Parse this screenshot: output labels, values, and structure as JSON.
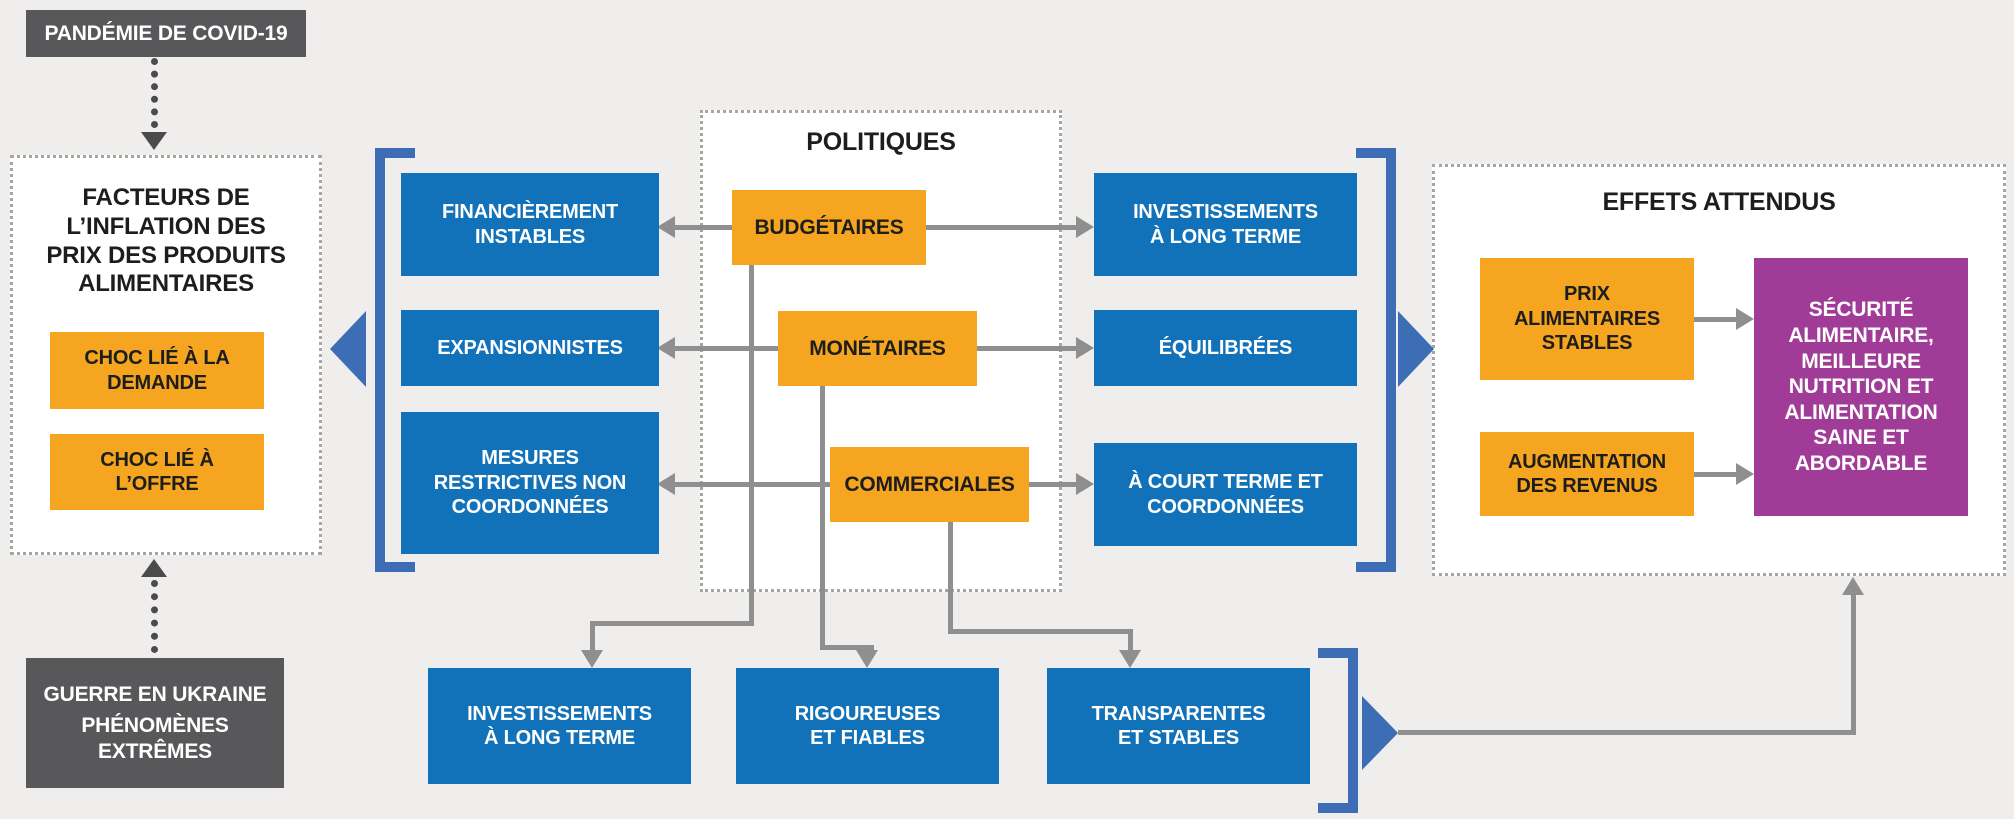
{
  "colors": {
    "background": "#EFEEEC",
    "policy_blue": "#1272B9",
    "highlight_yellow": "#F5A51F",
    "outcome_purple": "#A03C97",
    "shock_dark_gray": "#58585A",
    "bracket_blue": "#3D6EB5",
    "arrow_gray": "#8F8F8F"
  },
  "drivers": {
    "pandemic": "PANDÉMIE DE COVID-19",
    "war": "GUERRE EN UKRAINE",
    "extremes": "PHÉNOMÈNES EXTRÊMES"
  },
  "factors": {
    "title": "FACTEURS DE L’INFLATION DES PRIX DES PRODUITS ALIMENTAIRES",
    "demand_shock": "CHOC LIÉ À LA DEMANDE",
    "supply_shock": "CHOC LIÉ À L’OFFRE"
  },
  "policies": {
    "title": "POLITIQUES",
    "rows": [
      {
        "policy": "BUDGÉTAIRES",
        "current": "FINANCIÈREMENT INSTABLES",
        "desired": "INVESTISSEMENTS À LONG TERME"
      },
      {
        "policy": "MONÉTAIRES",
        "current": "EXPANSIONNISTES",
        "desired": "ÉQUILIBRÉES"
      },
      {
        "policy": "COMMERCIALES",
        "current": "MESURES RESTRICTIVES NON COORDONNÉES",
        "desired": "À COURT TERME ET COORDONNÉES"
      }
    ],
    "qualities": [
      "INVESTISSEMENTS À LONG TERME",
      "RIGOUREUSES ET FIABLES",
      "TRANSPARENTES ET STABLES"
    ]
  },
  "effects": {
    "title": "EFFETS ATTENDUS",
    "stable_prices": "PRIX ALIMENTAIRES STABLES",
    "higher_incomes": "AUGMENTATION DES REVENUS",
    "outcome": "SÉCURITÉ ALIMENTAIRE, MEILLEURE NUTRITION ET ALIMENTATION SAINE ET ABORDABLE"
  }
}
